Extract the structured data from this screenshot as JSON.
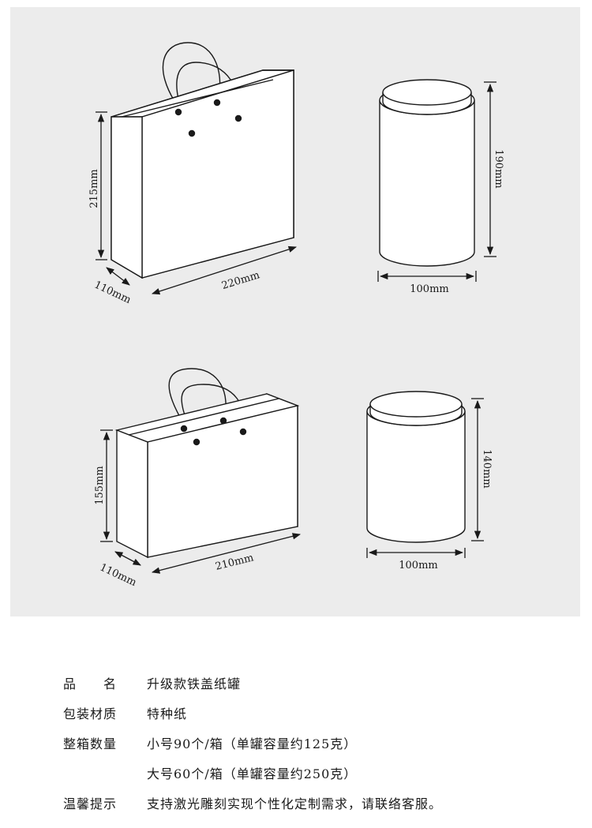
{
  "dimensions": {
    "bag_large": {
      "height": "215mm",
      "depth": "110mm",
      "width": "220mm"
    },
    "can_large": {
      "height": "190mm",
      "diameter": "100mm"
    },
    "bag_small": {
      "height": "155mm",
      "depth": "110mm",
      "width": "210mm"
    },
    "can_small": {
      "height": "140mm",
      "diameter": "100mm"
    }
  },
  "specs": [
    {
      "label": "品　　名",
      "value": "升级款铁盖纸罐"
    },
    {
      "label": "包装材质",
      "value": "特种纸"
    },
    {
      "label": "整箱数量",
      "value": "小号90个/箱（单罐容量约125克）"
    },
    {
      "label": "",
      "value": "大号60个/箱（单罐容量约250克）"
    },
    {
      "label": "温馨提示",
      "value": "支持激光雕刻实现个性化定制需求，请联络客服。"
    }
  ],
  "colors": {
    "panel": "#ececec",
    "line": "#1a1a1a",
    "fill": "#ffffff"
  }
}
